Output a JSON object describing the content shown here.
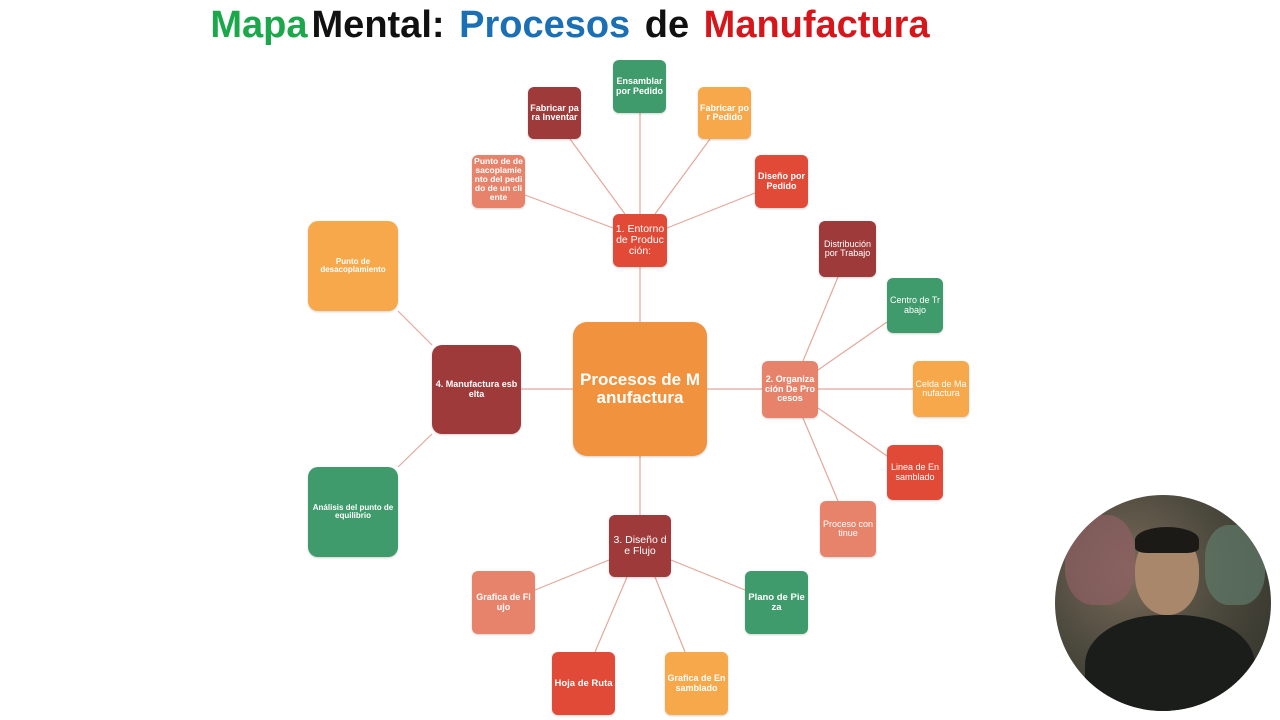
{
  "title": {
    "word1": "Mapa",
    "word2": "Mental:",
    "word3": "Procesos",
    "word4": "de",
    "word5": "Manufactura",
    "colors": {
      "word1": "#1aa84b",
      "word2": "#111111",
      "word3": "#1a6fb5",
      "word4": "#111111",
      "word5": "#d7161b"
    }
  },
  "colors": {
    "orange": "#f0923e",
    "light_orange": "#f6a84a",
    "dark_red": "#9e3a3a",
    "green": "#3f9a6c",
    "red": "#e04a36",
    "salmon": "#e8836b",
    "line": "#e3a89a"
  },
  "nodes": {
    "center": "Procesos de Manufactura",
    "entorno": "1. Entorno de Producción:",
    "organizacion": "2. Organización De Procesos",
    "diseno_flujo": "3. Diseño de Flujo",
    "manufactura_esbelta": "4. Manufactura esbelta",
    "ensamblar_pedido": "Ensamblar por Pedido",
    "fabricar_inventar": "Fabricar para Inventar",
    "fabricar_pedido": "Fabricar por Pedido",
    "punto_desacoplamiento_cliente": "Punto de desacoplamiento del pedido de un cliente",
    "diseno_pedido": "Diseño por Pedido",
    "distribucion_trabajo": "Distribución por Trabajo",
    "centro_trabajo": "Centro de Trabajo",
    "celda_manufactura": "Celda de Manufactura",
    "linea_ensamblado": "Linea de Ensamblado",
    "proceso_continuo": "Proceso continue",
    "plano_pieza": "Plano de Pieza",
    "grafica_ensamblado": "Grafica de Ensamblado",
    "hoja_ruta": "Hoja de Ruta",
    "grafica_flujo": "Grafica de Flujo",
    "punto_desacoplamiento": "Punto de desacoplamiento",
    "analisis_equilibrio": "Análisis del punto de equilibrio"
  }
}
